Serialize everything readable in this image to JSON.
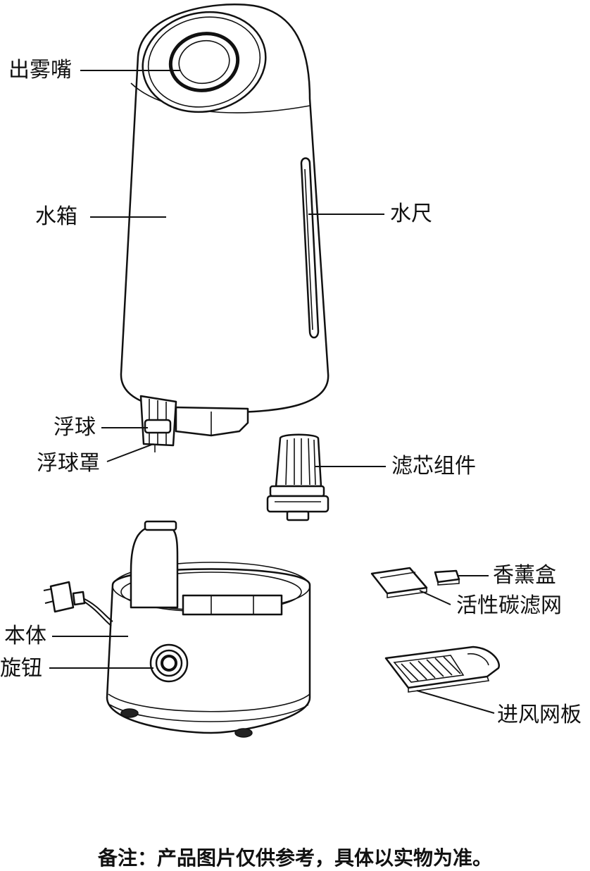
{
  "labels": {
    "mist_nozzle": "出雾嘴",
    "water_tank": "水箱",
    "water_gauge": "水尺",
    "float_ball": "浮球",
    "float_cover": "浮球罩",
    "filter_assembly": "滤芯组件",
    "aroma_box": "香薰盒",
    "carbon_filter": "活性碳滤网",
    "body": "本体",
    "knob": "旋钮",
    "air_inlet_plate": "进风网板"
  },
  "note": "备注：产品图片仅供参考，具体以实物为准。"
}
